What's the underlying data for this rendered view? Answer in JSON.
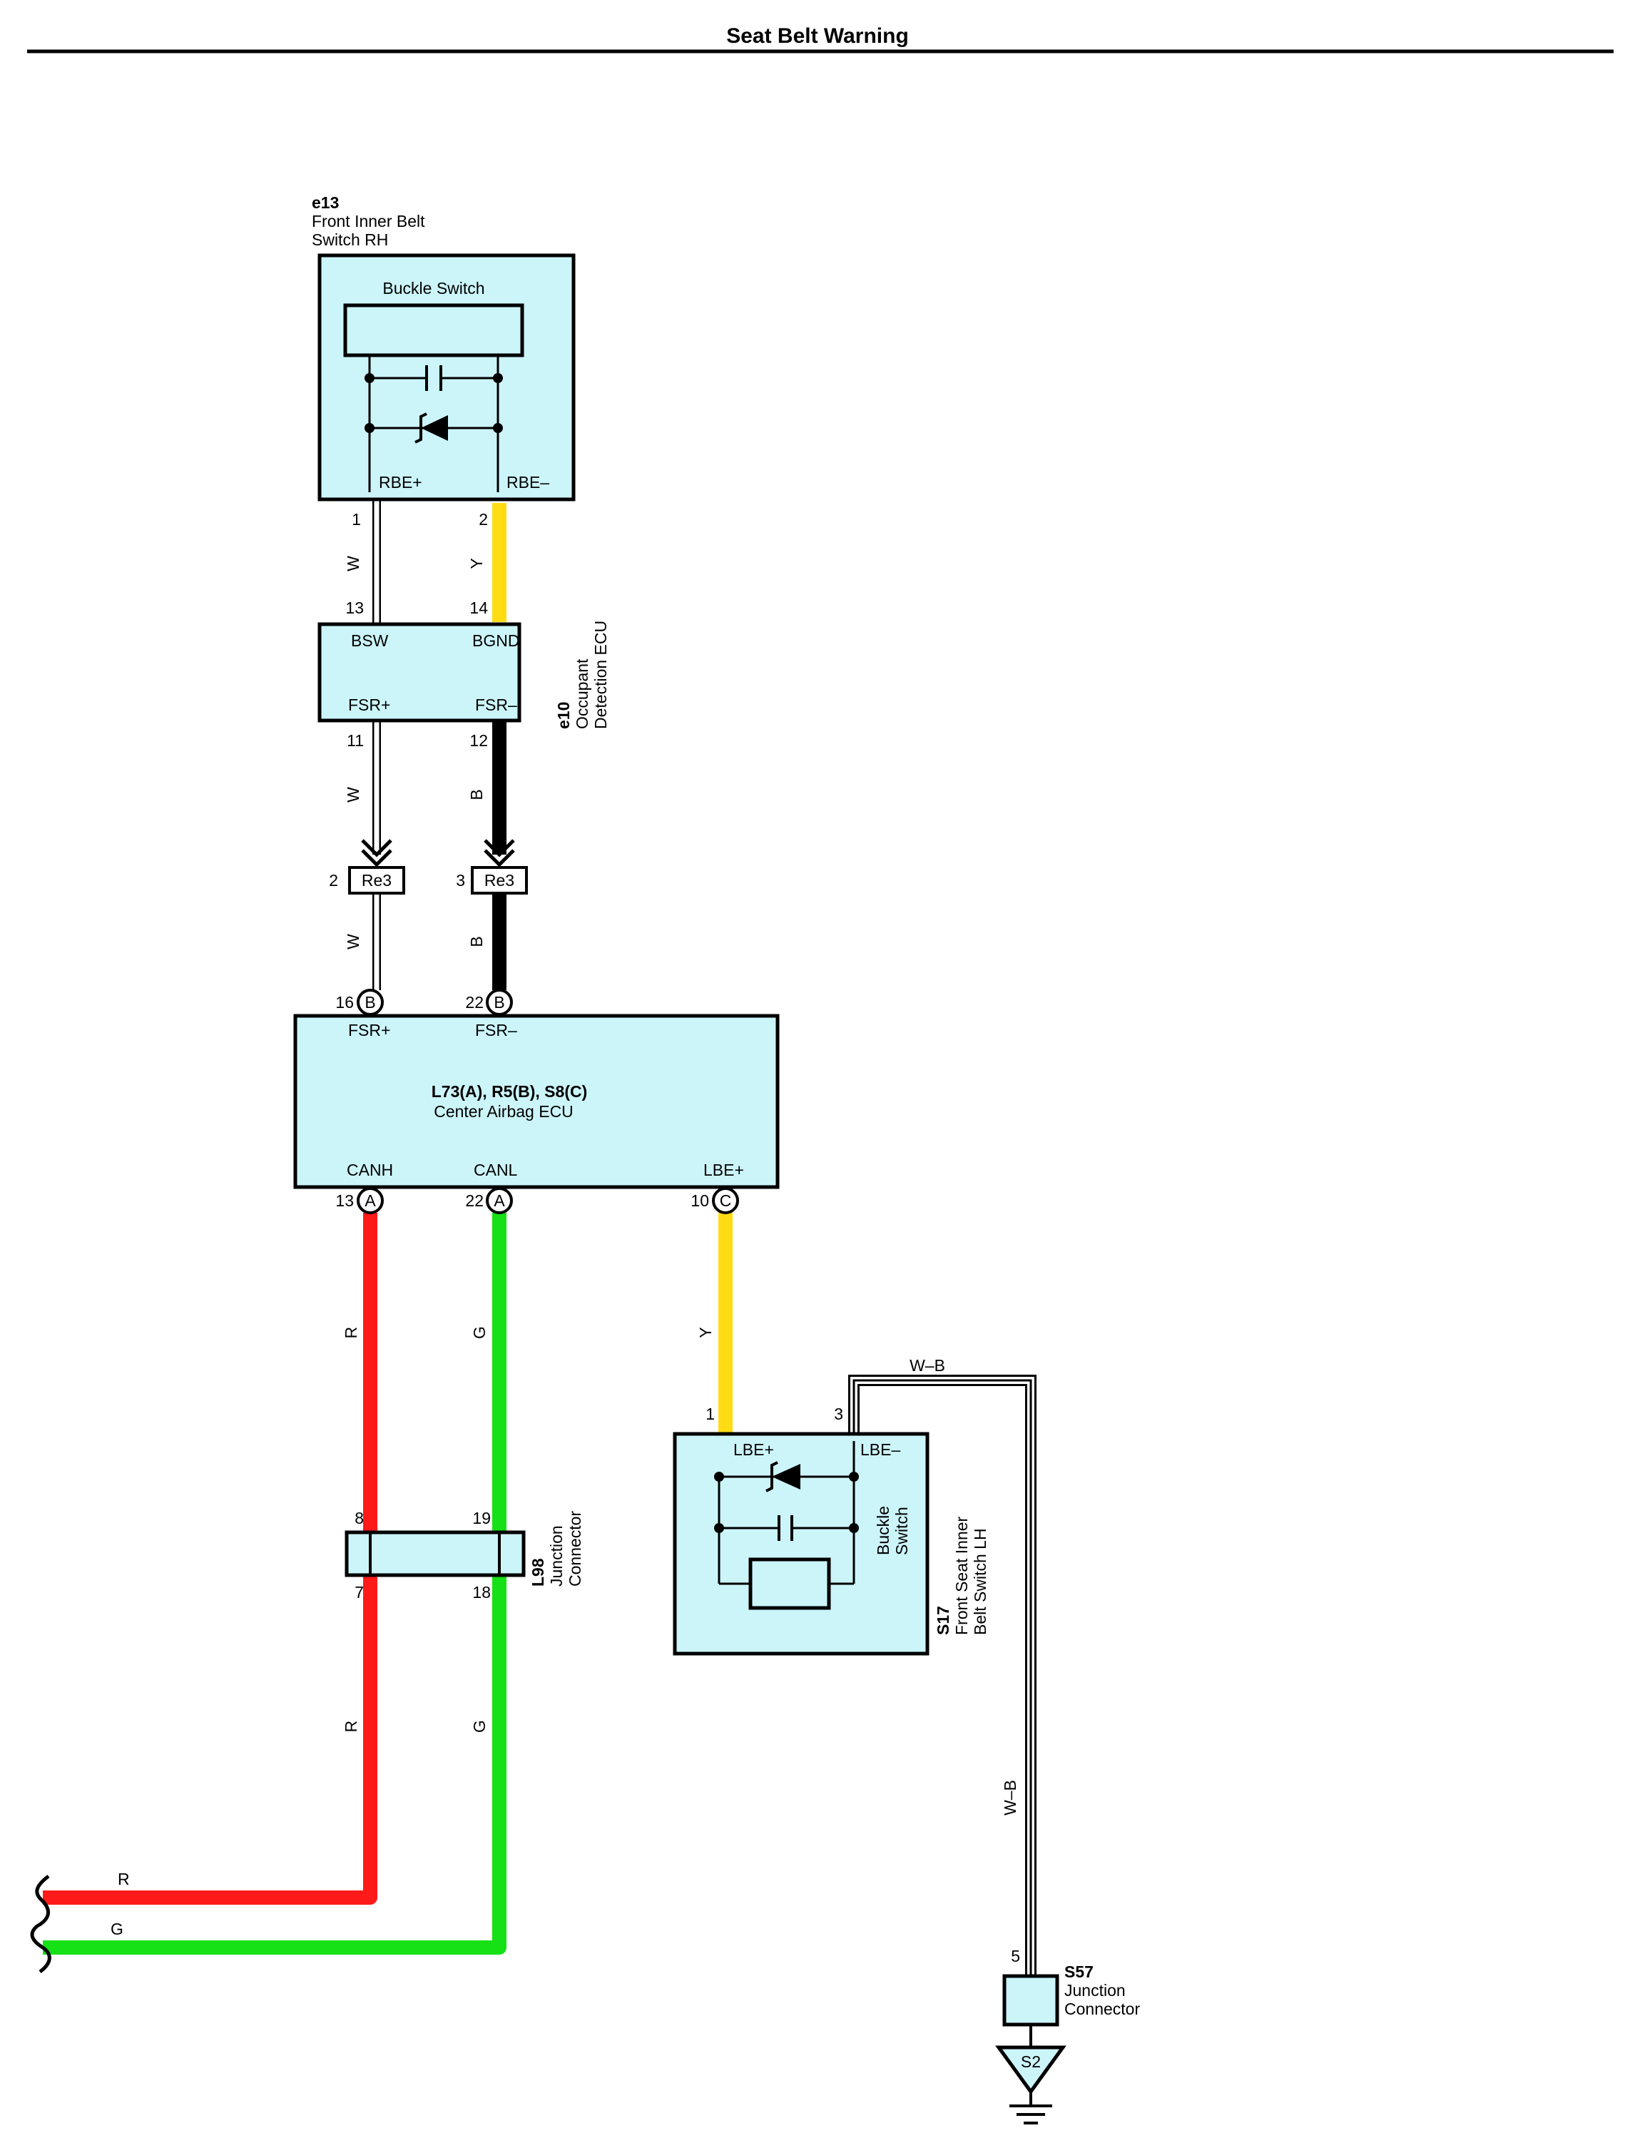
{
  "title": "Seat Belt Warning",
  "colors": {
    "R": "#ff1a1a",
    "G": "#16e016",
    "Y": "#ffdc14",
    "B": "#000000",
    "W": "#ffffff",
    "component_fill": "#ccf5fa"
  },
  "components": {
    "e13": {
      "code": "e13",
      "name_line1": "Front Inner Belt",
      "name_line2": "Switch RH",
      "inner_label": "Buckle Switch",
      "pin_left": "RBE+",
      "pin_right": "RBE–",
      "pin_left_no": "1",
      "pin_right_no": "2"
    },
    "e10": {
      "code": "e10",
      "name_line1": "Occupant",
      "name_line2": "Detection ECU",
      "pin_tl": "BSW",
      "pin_tr": "BGND",
      "pin_bl": "FSR+",
      "pin_br": "FSR–",
      "pin_tl_no": "13",
      "pin_tr_no": "14",
      "pin_bl_no": "11",
      "pin_br_no": "12"
    },
    "re3": {
      "label": "Re3",
      "pin_left_no": "2",
      "pin_right_no": "3"
    },
    "airbag": {
      "code": "L73(A), R5(B), S8(C)",
      "name": "Center Airbag ECU",
      "pin_fsrp": "FSR+",
      "pin_fsrm": "FSR–",
      "pin_canh": "CANH",
      "pin_canl": "CANL",
      "pin_lbe": "LBE+",
      "no_fsrp": "16",
      "no_fsrm": "22",
      "no_canh": "13",
      "no_canl": "22",
      "no_lbe": "10",
      "conn_b": "B",
      "conn_a": "A",
      "conn_c": "C"
    },
    "l98": {
      "code": "L98",
      "name_line1": "Junction",
      "name_line2": "Connector",
      "pin_tl": "8",
      "pin_tr": "19",
      "pin_bl": "7",
      "pin_br": "18"
    },
    "s17": {
      "code": "S17",
      "name_line1": "Front Seat Inner",
      "name_line2": "Belt Switch LH",
      "inner_line1": "Buckle",
      "inner_line2": "Switch",
      "pin_left": "LBE+",
      "pin_right": "LBE–",
      "pin_left_no": "1",
      "pin_right_no": "3"
    },
    "s57": {
      "code": "S57",
      "name_line1": "Junction",
      "name_line2": "Connector",
      "pin_no": "5"
    },
    "ground": {
      "label": "S2"
    }
  },
  "wires": {
    "e13_e10_left": "W",
    "e13_e10_right": "Y",
    "e10_re3_left": "W",
    "e10_re3_right": "B",
    "re3_airbag_left": "W",
    "re3_airbag_right": "B",
    "canh_upper": "R",
    "canl_upper": "G",
    "canh_lower": "R",
    "canl_lower": "G",
    "lbe": "Y",
    "s17_ground_top": "W–B",
    "s17_ground_vertical": "W–B",
    "exit_r": "R",
    "exit_g": "G"
  }
}
